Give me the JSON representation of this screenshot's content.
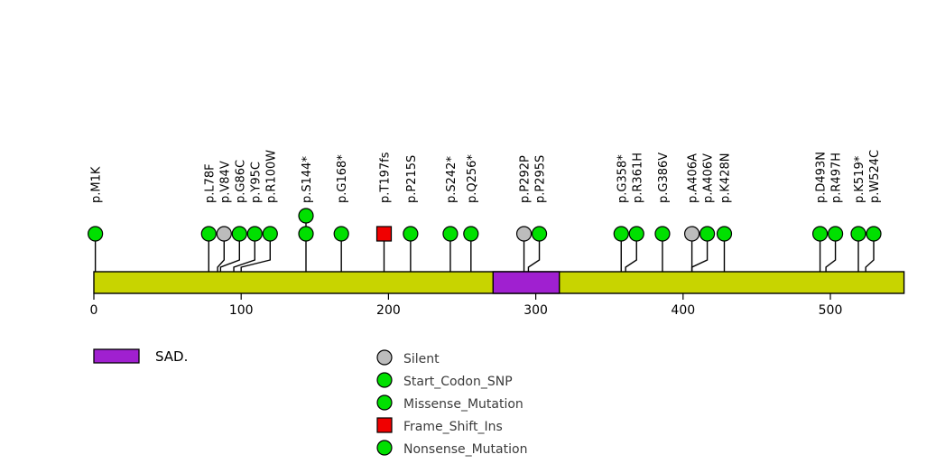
{
  "chart_data": {
    "type": "lollipop",
    "title": "",
    "xlabel": "",
    "ylabel": "",
    "xlim": [
      0,
      550
    ],
    "axis_ticks": [
      0,
      100,
      200,
      300,
      400,
      500
    ],
    "axis_tick_labels": [
      "0",
      "100",
      "200",
      "300",
      "400",
      "500"
    ],
    "protein_length": 550,
    "backbone_color": "#c8d400",
    "domains": [
      {
        "name": "SAD.",
        "label": "SAD.",
        "start": 271,
        "end": 316,
        "color": "#a020d0"
      }
    ],
    "mutations": [
      {
        "label": "p.M1K",
        "position": 1,
        "count": 1,
        "type": "Start_Codon_SNP",
        "color": "#00e000",
        "shape": "circle"
      },
      {
        "label": "p.L78F",
        "position": 78,
        "count": 1,
        "type": "Missense_Mutation",
        "color": "#00e000",
        "shape": "circle"
      },
      {
        "label": "p.V84V",
        "position": 84,
        "count": 1,
        "type": "Silent",
        "color": "#bcbcbc",
        "shape": "circle"
      },
      {
        "label": "p.G86C",
        "position": 86,
        "count": 1,
        "type": "Missense_Mutation",
        "color": "#00e000",
        "shape": "circle"
      },
      {
        "label": "p.Y95C",
        "position": 95,
        "count": 1,
        "type": "Missense_Mutation",
        "color": "#00e000",
        "shape": "circle"
      },
      {
        "label": "p.R100W",
        "position": 100,
        "count": 1,
        "type": "Missense_Mutation",
        "color": "#00e000",
        "shape": "circle"
      },
      {
        "label": "p.S144*",
        "position": 144,
        "count": 2,
        "type": "Nonsense_Mutation",
        "color": "#00e000",
        "shape": "circle"
      },
      {
        "label": "p.G168*",
        "position": 168,
        "count": 1,
        "type": "Nonsense_Mutation",
        "color": "#00e000",
        "shape": "circle"
      },
      {
        "label": "p.T197fs",
        "position": 197,
        "count": 1,
        "type": "Frame_Shift_Ins",
        "color": "#f00000",
        "shape": "square"
      },
      {
        "label": "p.P215S",
        "position": 215,
        "count": 1,
        "type": "Missense_Mutation",
        "color": "#00e000",
        "shape": "circle"
      },
      {
        "label": "p.S242*",
        "position": 242,
        "count": 1,
        "type": "Nonsense_Mutation",
        "color": "#00e000",
        "shape": "circle"
      },
      {
        "label": "p.Q256*",
        "position": 256,
        "count": 1,
        "type": "Nonsense_Mutation",
        "color": "#00e000",
        "shape": "circle"
      },
      {
        "label": "p.P292P",
        "position": 292,
        "count": 1,
        "type": "Silent",
        "color": "#bcbcbc",
        "shape": "circle"
      },
      {
        "label": "p.P295S",
        "position": 295,
        "count": 1,
        "type": "Missense_Mutation",
        "color": "#00e000",
        "shape": "circle"
      },
      {
        "label": "p.G358*",
        "position": 358,
        "count": 1,
        "type": "Nonsense_Mutation",
        "color": "#00e000",
        "shape": "circle"
      },
      {
        "label": "p.R361H",
        "position": 361,
        "count": 1,
        "type": "Missense_Mutation",
        "color": "#00e000",
        "shape": "circle"
      },
      {
        "label": "p.G386V",
        "position": 386,
        "count": 1,
        "type": "Missense_Mutation",
        "color": "#00e000",
        "shape": "circle"
      },
      {
        "label": "p.A406A",
        "position": 406,
        "count": 1,
        "type": "Silent",
        "color": "#bcbcbc",
        "shape": "circle"
      },
      {
        "label": "p.A406V",
        "position": 406,
        "count": 1,
        "type": "Missense_Mutation",
        "color": "#00e000",
        "shape": "circle"
      },
      {
        "label": "p.K428N",
        "position": 428,
        "count": 1,
        "type": "Missense_Mutation",
        "color": "#00e000",
        "shape": "circle"
      },
      {
        "label": "p.D493N",
        "position": 493,
        "count": 1,
        "type": "Missense_Mutation",
        "color": "#00e000",
        "shape": "circle"
      },
      {
        "label": "p.R497H",
        "position": 497,
        "count": 1,
        "type": "Missense_Mutation",
        "color": "#00e000",
        "shape": "circle"
      },
      {
        "label": "p.K519*",
        "position": 519,
        "count": 1,
        "type": "Nonsense_Mutation",
        "color": "#00e000",
        "shape": "circle"
      },
      {
        "label": "p.W524C",
        "position": 524,
        "count": 1,
        "type": "Missense_Mutation",
        "color": "#00e000",
        "shape": "circle"
      }
    ],
    "legend": {
      "domain_entries": [
        {
          "label": "SAD.",
          "color": "#a020d0",
          "shape": "rect"
        }
      ],
      "mutation_entries": [
        {
          "label": "Silent",
          "color": "#bcbcbc",
          "shape": "circle"
        },
        {
          "label": "Start_Codon_SNP",
          "color": "#00e000",
          "shape": "circle"
        },
        {
          "label": "Missense_Mutation",
          "color": "#00e000",
          "shape": "circle"
        },
        {
          "label": "Frame_Shift_Ins",
          "color": "#f00000",
          "shape": "square"
        },
        {
          "label": "Nonsense_Mutation",
          "color": "#00e000",
          "shape": "circle"
        }
      ]
    }
  }
}
